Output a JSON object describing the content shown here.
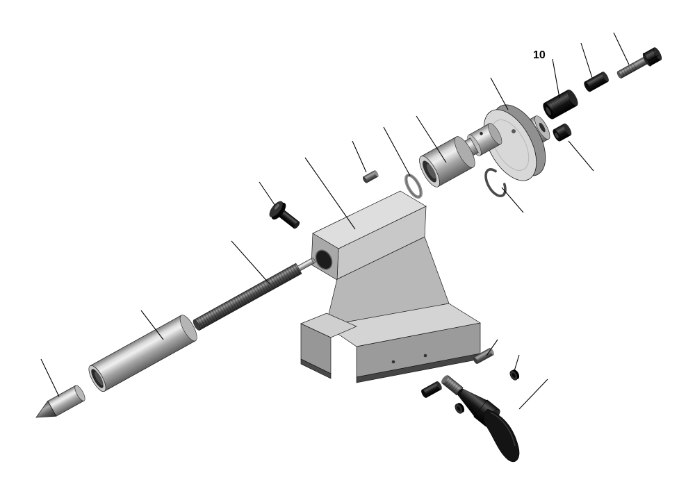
{
  "figure": {
    "type": "exploded-assembly-diagram",
    "background": "#ffffff",
    "callout_label": "10"
  },
  "palette": {
    "outline": "#1a1a1a",
    "leader_line": "#000000",
    "steel_light": "#dedede",
    "steel_mid": "#a9a9a9",
    "steel_dark": "#4a4a4a",
    "black_part": "#141414",
    "bore_dark": "#262626"
  },
  "parts": [
    "dead-center",
    "quill-sleeve",
    "feed-spindle",
    "thumb-screw",
    "tailstock-body",
    "retaining-ring",
    "grooved-pin",
    "spindle-bushing",
    "stepped-hub",
    "handwheel-disc",
    "wheel-hub",
    "retaining-clip",
    "spacer-sleeve",
    "roll-pin",
    "hex-bolt",
    "cap-nut",
    "clamp-pin",
    "washer",
    "clamp-roll-pin",
    "clamp-washer",
    "clamp-lever"
  ]
}
